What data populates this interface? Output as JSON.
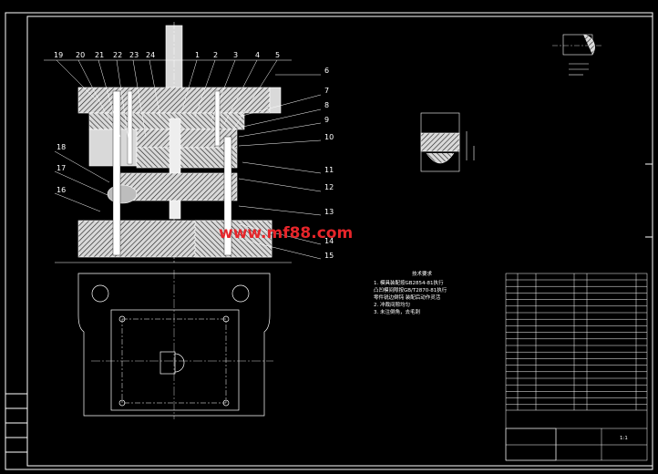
{
  "drawing": {
    "part_numbers_top": [
      "19",
      "20",
      "21",
      "22",
      "23",
      "24",
      "1",
      "2",
      "3",
      "4",
      "5"
    ],
    "part_numbers_right": [
      "6",
      "7",
      "8",
      "9",
      "10",
      "11",
      "12",
      "13",
      "14",
      "15"
    ],
    "part_numbers_left": [
      "18",
      "17",
      "16"
    ],
    "watermark": "www.mf88.com",
    "technical_notes": {
      "title": "技术要求",
      "lines": [
        "1. 模具装配按GB2854-81执行",
        "   凸凹模间隙按GB/T2870-81执行",
        "   零件锐边倒钝 装配后动作灵活",
        "2. 冲裁间隙均匀",
        "3. 未注倒角，去毛刺"
      ]
    },
    "title_block": {
      "scale": "1:1"
    }
  },
  "colors": {
    "background": "#000000",
    "line": "#ffffff",
    "section_fill": "#d9d9d9",
    "hatch": "#1a1a1a",
    "watermark": "#e6252a"
  }
}
